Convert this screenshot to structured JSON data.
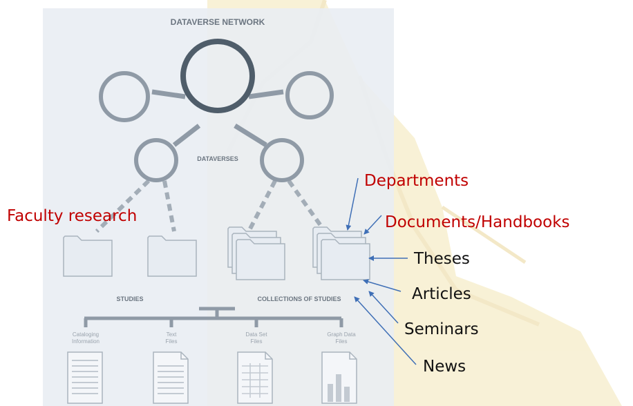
{
  "diagram": {
    "title": "DATAVERSE NETWORK",
    "dataverses_label": "DATAVERSES",
    "studies_label": "STUDIES",
    "collections_label": "COLLECTIONS OF STUDIES",
    "file_types": [
      {
        "line1": "Cataloging",
        "line2": "Information"
      },
      {
        "line1": "Text",
        "line2": "Files"
      },
      {
        "line1": "Data Set",
        "line2": "Files"
      },
      {
        "line1": "Graph Data",
        "line2": "Files"
      }
    ]
  },
  "annotations": {
    "faculty_research": "Faculty research",
    "departments": "Departments",
    "documents": "Documents/Handbooks",
    "theses": "Theses",
    "articles": "Articles",
    "seminars": "Seminars",
    "news": "News"
  },
  "colors": {
    "annotation_red": "#c00000",
    "annotation_black": "#111111",
    "arrow_blue": "#3f6fb6",
    "diagram_gray": "#8f9aa6",
    "hub_dark": "#4f5d6a",
    "panel_bg": "#e9edf3",
    "watermark": "#f3e6b6"
  }
}
